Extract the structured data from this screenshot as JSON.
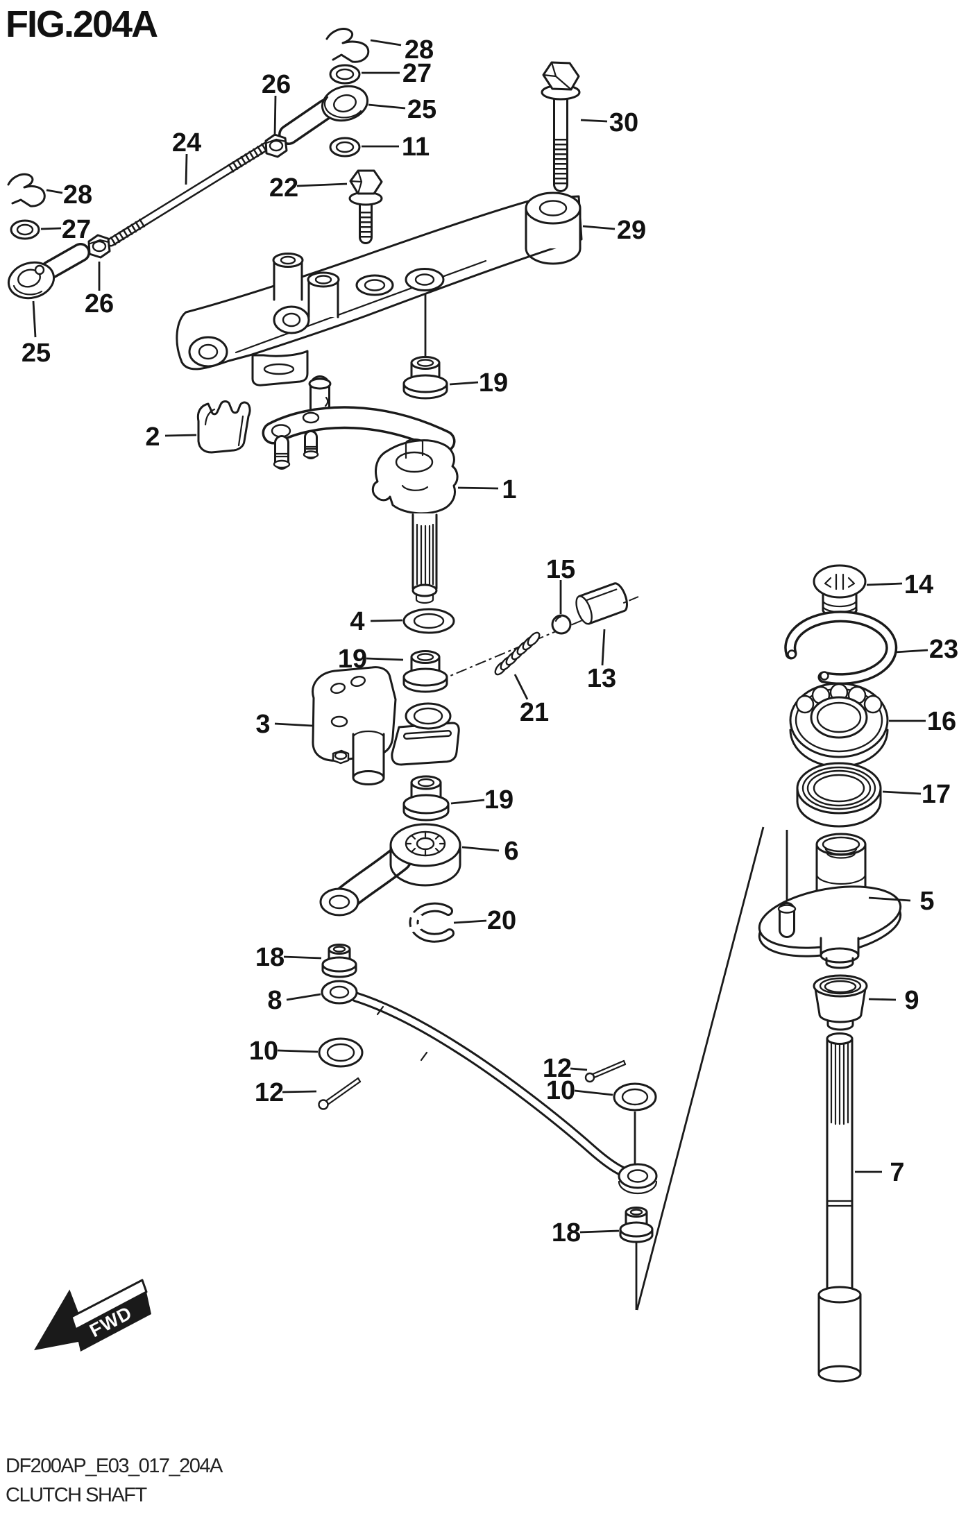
{
  "figure": {
    "title": "FIG.204A",
    "drawing_code": "DF200AP_E03_017_204A",
    "caption": "CLUTCH SHAFT",
    "fwd_label": "FWD"
  },
  "callouts": {
    "n28a": "28",
    "n27a": "27",
    "n26a": "26",
    "n25a": "25",
    "n24": "24",
    "n11": "11",
    "n22": "22",
    "n30": "30",
    "n29": "29",
    "n28b": "28",
    "n27b": "27",
    "n26b": "26",
    "n25b": "25",
    "n19a": "19",
    "n2": "2",
    "n1": "1",
    "n15": "15",
    "n14": "14",
    "n4": "4",
    "n19b": "19",
    "n23": "23",
    "n13": "13",
    "n21": "21",
    "n3": "3",
    "n16": "16",
    "n17": "17",
    "n19c": "19",
    "n6": "6",
    "n5": "5",
    "n20": "20",
    "n18a": "18",
    "n8": "8",
    "n9": "9",
    "n10a": "10",
    "n12a": "12",
    "n12b": "12",
    "n10b": "10",
    "n7": "7",
    "n18b": "18"
  }
}
